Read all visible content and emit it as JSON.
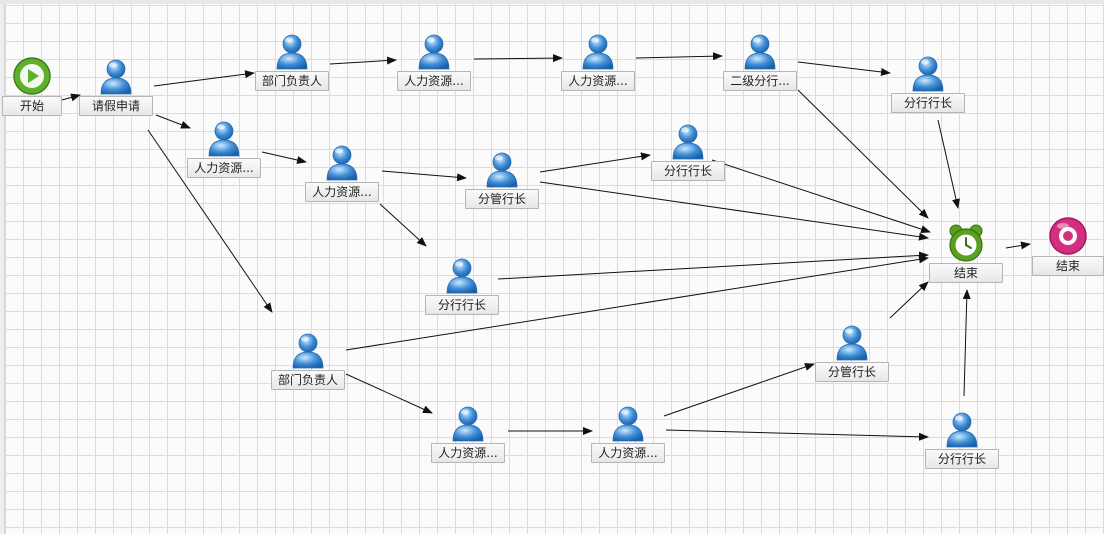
{
  "colors": {
    "edge": "#111111",
    "person": "#3f8fd6",
    "start": "#5fae2c",
    "end": "#d2307f",
    "timer": "#5aa020"
  },
  "nodes": [
    {
      "id": "start",
      "label": "开始",
      "kind": "start-icon"
    },
    {
      "id": "apply",
      "label": "请假申请",
      "kind": "user-icon"
    },
    {
      "id": "n1",
      "label": "部门负责人",
      "kind": "user-icon"
    },
    {
      "id": "n2",
      "label": "人力资源...",
      "kind": "user-icon"
    },
    {
      "id": "n3",
      "label": "人力资源...",
      "kind": "user-icon"
    },
    {
      "id": "n4",
      "label": "二级分行...",
      "kind": "user-icon"
    },
    {
      "id": "n5",
      "label": "分行行长",
      "kind": "user-icon"
    },
    {
      "id": "n6",
      "label": "人力资源...",
      "kind": "user-icon"
    },
    {
      "id": "n7",
      "label": "人力资源...",
      "kind": "user-icon"
    },
    {
      "id": "n8",
      "label": "分管行长",
      "kind": "user-icon"
    },
    {
      "id": "n9",
      "label": "分行行长",
      "kind": "user-icon"
    },
    {
      "id": "n10",
      "label": "分行行长",
      "kind": "user-icon"
    },
    {
      "id": "n11",
      "label": "部门负责人",
      "kind": "user-icon"
    },
    {
      "id": "n12",
      "label": "人力资源...",
      "kind": "user-icon"
    },
    {
      "id": "n13",
      "label": "人力资源...",
      "kind": "user-icon"
    },
    {
      "id": "n14",
      "label": "分管行长",
      "kind": "user-icon"
    },
    {
      "id": "n15",
      "label": "分行行长",
      "kind": "user-icon"
    },
    {
      "id": "end1",
      "label": "结束",
      "kind": "timer-icon"
    },
    {
      "id": "end2",
      "label": "结束",
      "kind": "end-icon"
    }
  ],
  "edges": [
    [
      "start",
      "apply"
    ],
    [
      "apply",
      "n1"
    ],
    [
      "apply",
      "n6"
    ],
    [
      "apply",
      "n11"
    ],
    [
      "n1",
      "n2"
    ],
    [
      "n2",
      "n3"
    ],
    [
      "n3",
      "n4"
    ],
    [
      "n4",
      "n5"
    ],
    [
      "n4",
      "end1"
    ],
    [
      "n5",
      "end1"
    ],
    [
      "n6",
      "n7"
    ],
    [
      "n7",
      "n8"
    ],
    [
      "n7",
      "n10"
    ],
    [
      "n8",
      "n9"
    ],
    [
      "n8",
      "end1"
    ],
    [
      "n9",
      "end1"
    ],
    [
      "n10",
      "end1"
    ],
    [
      "n11",
      "end1"
    ],
    [
      "n11",
      "n12"
    ],
    [
      "n12",
      "n13"
    ],
    [
      "n13",
      "n14"
    ],
    [
      "n13",
      "n15"
    ],
    [
      "n14",
      "end1"
    ],
    [
      "n15",
      "end1"
    ],
    [
      "end1",
      "end2"
    ]
  ]
}
